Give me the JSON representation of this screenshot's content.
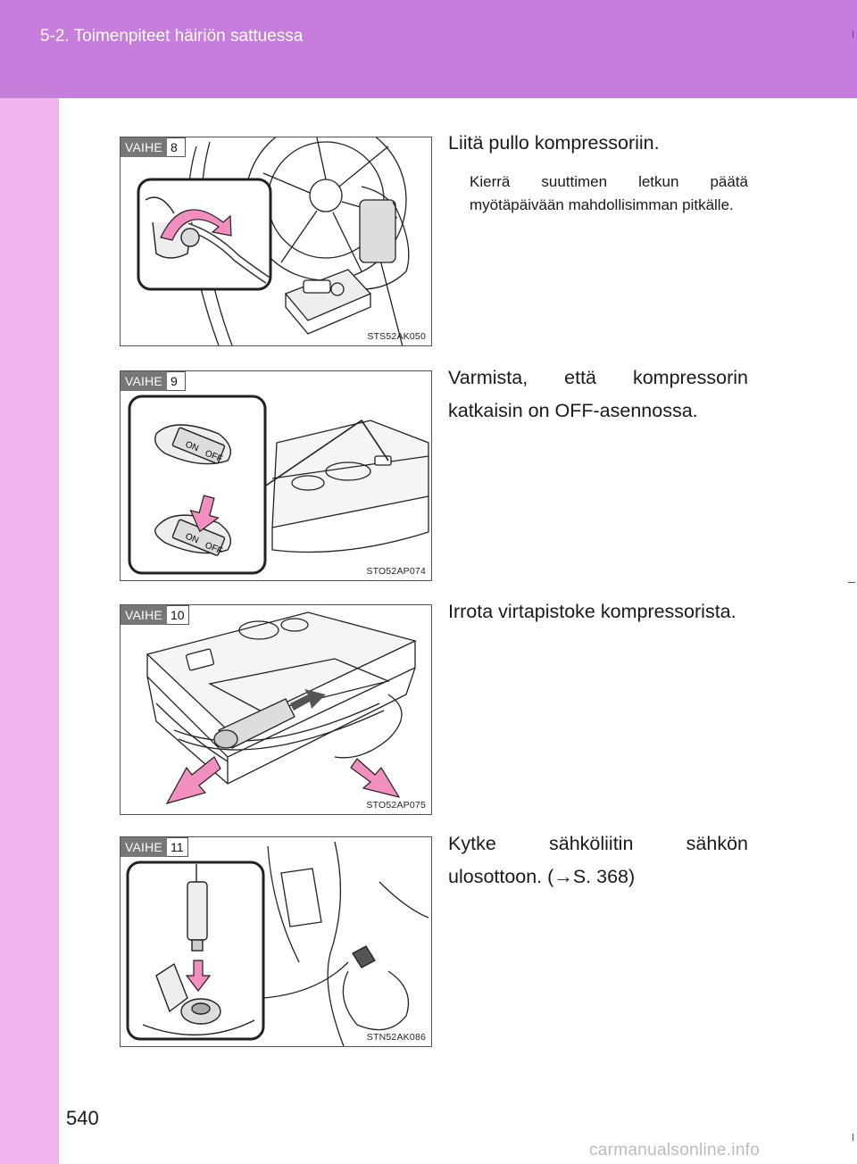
{
  "header": {
    "title": "5-2. Toimenpiteet häiriön sattuessa"
  },
  "page_number": "540",
  "colors": {
    "header": "#c77ddb",
    "side_band": "#efb3ef",
    "arrow": "#f08fc0"
  },
  "steps": [
    {
      "label": "VAIHE",
      "number": "8",
      "figure_code": "STS52AK050",
      "text": "Liitä pullo kompressoriin.",
      "note": "Kierrä suuttimen letkun päätä myötäpäivään mahdollisimman pitkälle."
    },
    {
      "label": "VAIHE",
      "number": "9",
      "figure_code": "STO52AP074",
      "text": "Varmista, että kompressorin katkaisin on OFF-asennossa.",
      "switch_on": "ON",
      "switch_off": "OFF"
    },
    {
      "label": "VAIHE",
      "number": "10",
      "figure_code": "STO52AP075",
      "text": "Irrota virtapistoke kompressorista."
    },
    {
      "label": "VAIHE",
      "number": "11",
      "figure_code": "STN52AK086",
      "text": "Kytke sähköliitin sähkön ulosottoon. (→S. 368)"
    }
  ],
  "watermark": "carmanualsonline.info"
}
